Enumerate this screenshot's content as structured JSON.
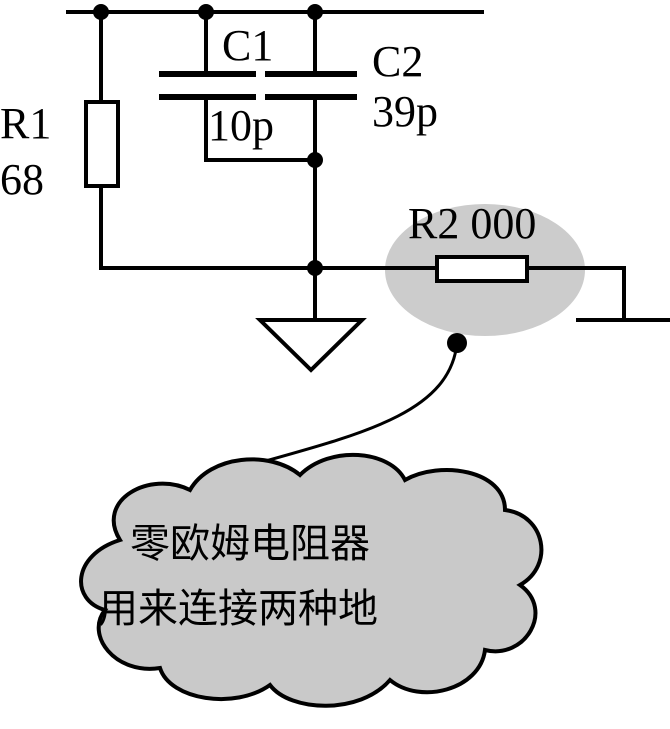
{
  "components": {
    "c1": {
      "name": "C1",
      "value": "10p"
    },
    "c2": {
      "name": "C2",
      "value": "39p"
    },
    "r1": {
      "name": "R1",
      "value": "68"
    },
    "r2": {
      "label": "R2 000"
    }
  },
  "callout": {
    "line1": "零欧姆电阻器",
    "line2": "用来连接两种地"
  },
  "colors": {
    "highlight": "#cccccc",
    "cloud_fill": "#c9c9c9",
    "ink": "#000000"
  }
}
